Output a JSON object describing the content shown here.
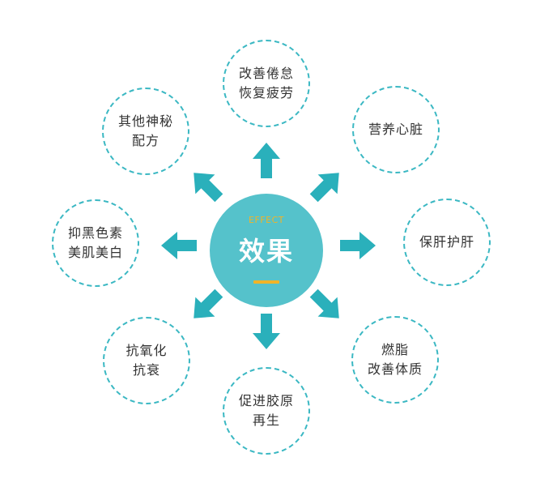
{
  "center": {
    "en": "EFFECT",
    "zh": "效果"
  },
  "colors": {
    "accent": "#2ab0bb",
    "center_fill": "#55c2cb",
    "dash": "#3bb8c3",
    "gold": "#f0b428"
  },
  "items": [
    {
      "id": "top",
      "lines": [
        "改善倦怠",
        "恢复疲劳"
      ]
    },
    {
      "id": "top-right",
      "lines": [
        "营养心脏"
      ]
    },
    {
      "id": "right",
      "lines": [
        "保肝护肝"
      ]
    },
    {
      "id": "bottom-right",
      "lines": [
        "燃脂",
        "改善体质"
      ]
    },
    {
      "id": "bottom",
      "lines": [
        "促进胶原",
        "再生"
      ]
    },
    {
      "id": "bottom-left",
      "lines": [
        "抗氧化",
        "抗衰"
      ]
    },
    {
      "id": "left",
      "lines": [
        "抑黑色素",
        "美肌美白"
      ]
    },
    {
      "id": "top-left",
      "lines": [
        "其他神秘",
        "配方"
      ]
    }
  ]
}
